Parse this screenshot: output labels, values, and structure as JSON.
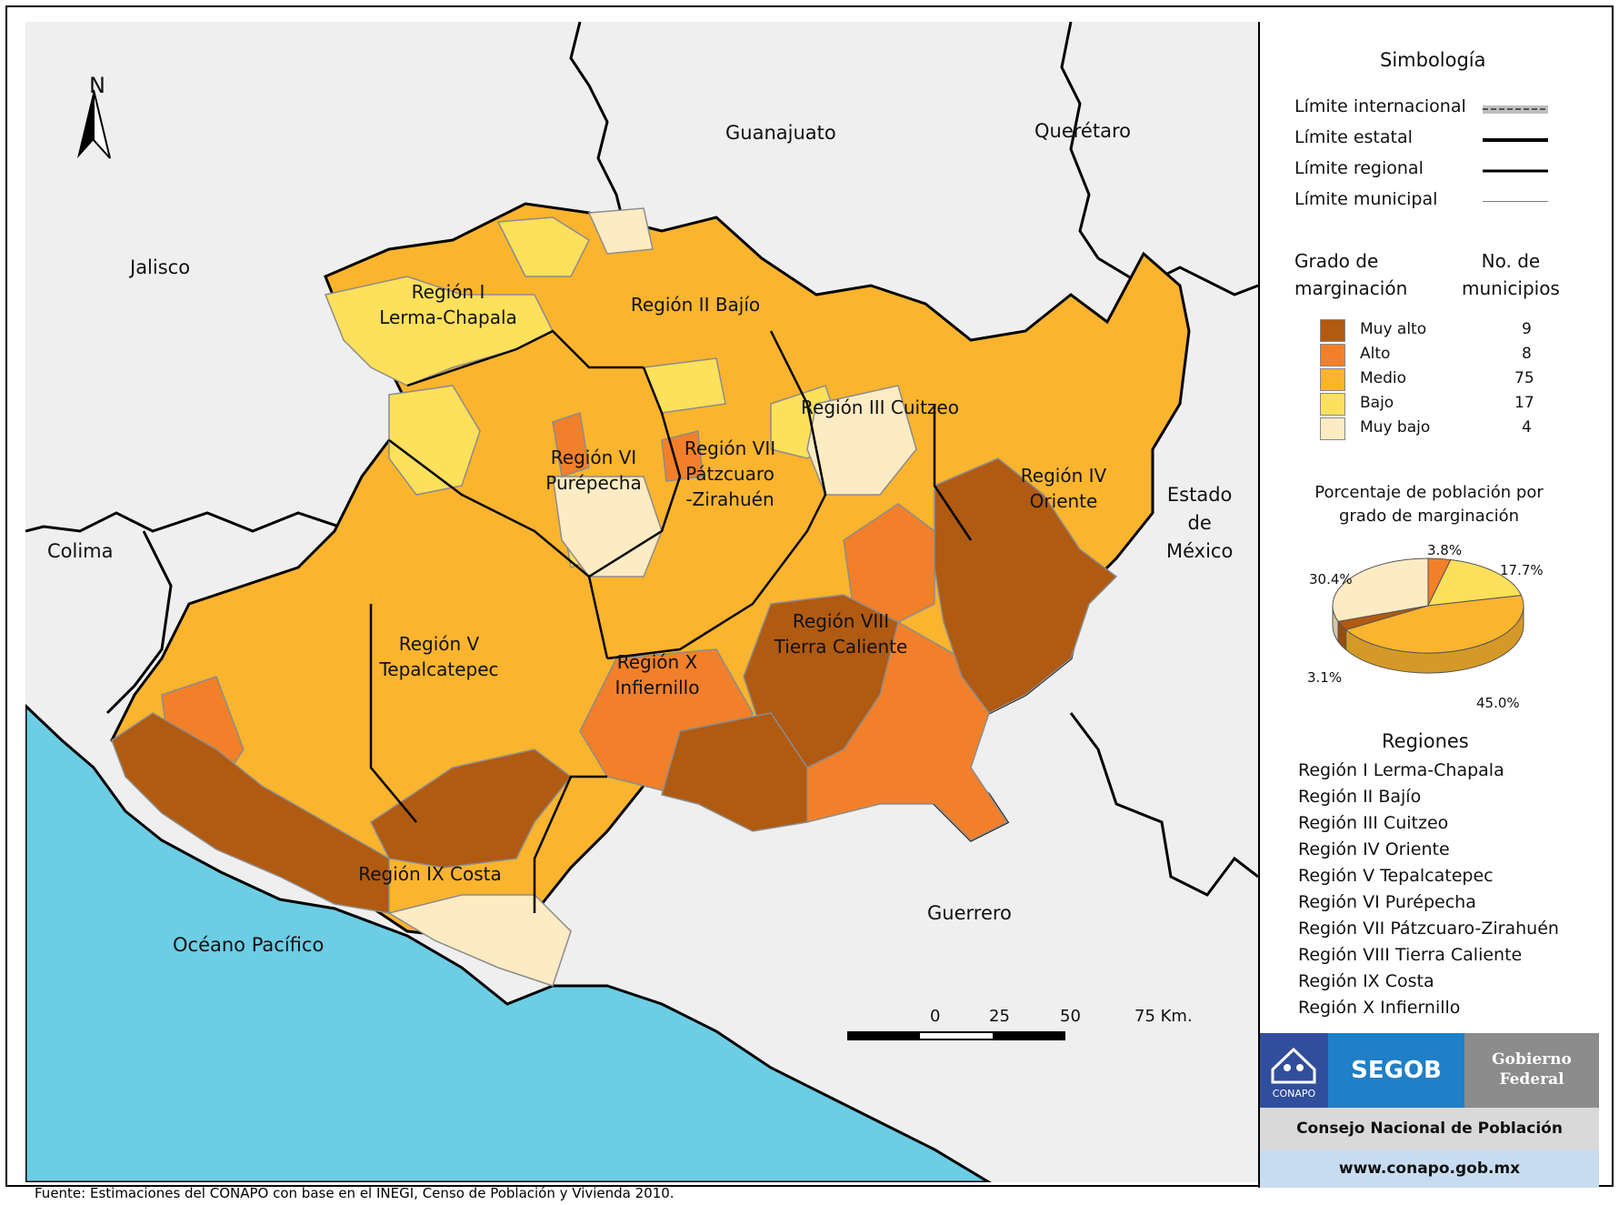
{
  "neighbors": {
    "guanajuato": "Guanajuato",
    "queretaro": "Querétaro",
    "jalisco": "Jalisco",
    "colima": "Colima",
    "edomex": "Estado\nde\nMéxico",
    "guerrero": "Guerrero",
    "ocean": "Océano Pacífico"
  },
  "north": "N",
  "regions_on_map": {
    "r1": "Región I\nLerma-Chapala",
    "r2": "Región II Bajío",
    "r3": "Región III Cuitzeo",
    "r4": "Región IV\nOriente",
    "r5": "Región V\nTepalcatepec",
    "r6": "Región VI\nPurépecha",
    "r7": "Región VII\nPátzcuaro\n-Zirahuén",
    "r8": "Región VIII\nTierra Caliente",
    "r9": "Región IX Costa",
    "r10": "Región X\nInfiernillo"
  },
  "scale": {
    "ticks": [
      "0",
      "25",
      "50",
      "75 Km."
    ]
  },
  "legend": {
    "title": "Simbología",
    "lines": [
      "Límite internacional",
      "Límite estatal",
      "Límite regional",
      "Límite municipal"
    ],
    "grade_header": "Grado de\nmarginación",
    "count_header": "No. de\nmunicipios",
    "grades": [
      {
        "label": "Muy alto",
        "count": "9",
        "color": "#b05a12"
      },
      {
        "label": "Alto",
        "count": "8",
        "color": "#f2802a"
      },
      {
        "label": "Medio",
        "count": "75",
        "color": "#fbb42e"
      },
      {
        "label": "Bajo",
        "count": "17",
        "color": "#fde05b"
      },
      {
        "label": "Muy bajo",
        "count": "4",
        "color": "#fdebc3"
      }
    ],
    "pie_title": "Porcentaje de población por\ngrado de marginación",
    "pie": [
      {
        "grade": "Alto",
        "value": 3.8,
        "label": "3.8%"
      },
      {
        "grade": "Bajo",
        "value": 17.7,
        "label": "17.7%"
      },
      {
        "grade": "Medio",
        "value": 45.0,
        "label": "45.0%"
      },
      {
        "grade": "Muy alto",
        "value": 3.1,
        "label": "3.1%"
      },
      {
        "grade": "Muy bajo",
        "value": 30.4,
        "label": "30.4%"
      }
    ],
    "regions_title": "Regiones",
    "regions": [
      "Región I Lerma-Chapala",
      "Región II Bajío",
      "Región III Cuitzeo",
      "Región IV Oriente",
      "Región V Tepalcatepec",
      "Región VI Purépecha",
      "Región VII Pátzcuaro-Zirahuén",
      "Región VIII Tierra Caliente",
      "Región IX Costa",
      "Región X Infiernillo"
    ]
  },
  "logos": {
    "conapo": "CONAPO",
    "segob": "SEGOB",
    "gobierno": "Gobierno\nFederal",
    "consejo": "Consejo Nacional de Población",
    "url": "www.conapo.gob.mx"
  },
  "source_note": "Fuente: Estimaciones del CONAPO con base en el INEGI, Censo de Población y Vivienda 2010.",
  "colors": {
    "muy_alto": "#b05a12",
    "alto": "#f2802a",
    "medio": "#fbb42e",
    "bajo": "#fde05b",
    "muy_bajo": "#fdebc3",
    "ocean": "#6ccde4",
    "land": "#efefef",
    "segob_blue": "#1f7fc7",
    "segob_dark": "#314e9c",
    "gray": "#8c8c8c"
  }
}
